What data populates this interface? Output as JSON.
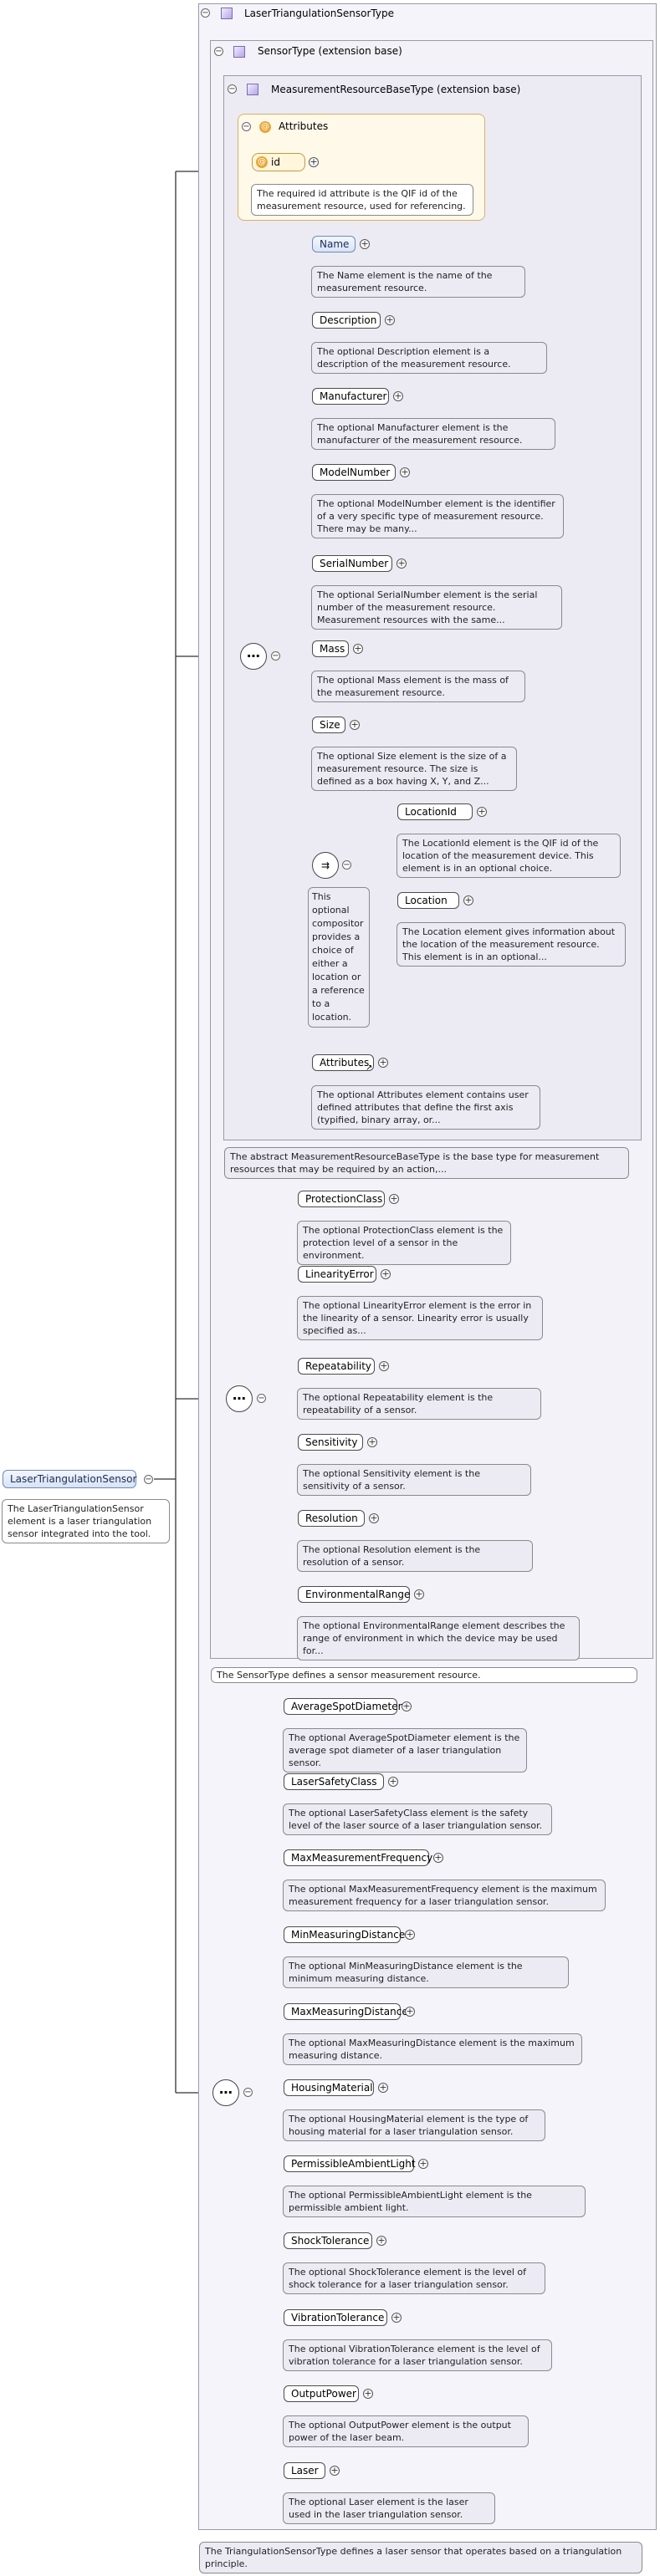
{
  "root": {
    "title": "LaserTriangulationSensor",
    "doc": "The LaserTriangulationSensor element is a laser triangulation sensor integrated into the tool."
  },
  "type": {
    "title": "LaserTriangulationSensorType",
    "doc": "The TriangulationSensorType defines a laser sensor that operates based on a triangulation principle."
  },
  "sensor_type": {
    "title": "SensorType (extension base)",
    "doc": "The SensorType defines a sensor measurement resource."
  },
  "measurement_base": {
    "title": "MeasurementResourceBaseType (extension base)",
    "doc": "The abstract MeasurementResourceBaseType is the base type for measurement resources that may be required by an action,..."
  },
  "attributes": {
    "title": "Attributes",
    "id_label": "id",
    "id_doc": "The required id attribute is the QIF id of the measurement resource, used for referencing."
  },
  "base_elements": [
    {
      "label": "Name",
      "doc": "The Name element is the name of the measurement resource."
    },
    {
      "label": "Description",
      "doc": "The optional Description element is a description of the measurement resource."
    },
    {
      "label": "Manufacturer",
      "doc": "The optional Manufacturer element is the manufacturer of the measurement resource."
    },
    {
      "label": "ModelNumber",
      "doc": "The optional ModelNumber element is the identifier of a very specific type of measurement resource. There may be many..."
    },
    {
      "label": "SerialNumber",
      "doc": "The optional SerialNumber element is the serial number of the measurement resource. Measurement resources with the same..."
    },
    {
      "label": "Mass",
      "doc": "The optional Mass element is the mass of the measurement resource."
    },
    {
      "label": "Size",
      "doc": "The optional Size element is the size of a measurement resource. The size is defined as a box having X, Y, and Z..."
    }
  ],
  "choice": {
    "doc": "This optional compositor provides a choice of either a location or a reference to a location.",
    "items": [
      {
        "label": "LocationId",
        "doc": "The LocationId element is the QIF id of the location of the measurement device. This element is in an optional choice."
      },
      {
        "label": "Location",
        "doc": "The Location element gives information about the location of the measurement resource. This element is in an optional..."
      }
    ]
  },
  "base_attributes_el": {
    "label": "Attributes",
    "doc": "The optional Attributes element contains user defined attributes that define the first axis (typified, binary array, or..."
  },
  "sensor_elements": [
    {
      "label": "ProtectionClass",
      "doc": "The optional ProtectionClass element is the protection level of a sensor in the environment."
    },
    {
      "label": "LinearityError",
      "doc": "The optional LinearityError element is the error in the linearity of a sensor. Linearity error is usually specified as..."
    },
    {
      "label": "Repeatability",
      "doc": "The optional Repeatability element is the repeatability of a sensor."
    },
    {
      "label": "Sensitivity",
      "doc": "The optional Sensitivity element is the sensitivity of a sensor."
    },
    {
      "label": "Resolution",
      "doc": "The optional Resolution element is the resolution of a sensor."
    },
    {
      "label": "EnvironmentalRange",
      "doc": "The optional EnvironmentalRange element describes the range of environment in which the device may be used for..."
    }
  ],
  "laser_elements": [
    {
      "label": "AverageSpotDiameter",
      "doc": "The optional AverageSpotDiameter element is the average spot diameter of a laser triangulation sensor."
    },
    {
      "label": "LaserSafetyClass",
      "doc": "The optional LaserSafetyClass element is the safety level of the laser source of a laser triangulation sensor."
    },
    {
      "label": "MaxMeasurementFrequency",
      "doc": "The optional MaxMeasurementFrequency element is the maximum measurement frequency for a laser triangulation sensor."
    },
    {
      "label": "MinMeasuringDistance",
      "doc": "The optional MinMeasuringDistance element is the minimum measuring distance."
    },
    {
      "label": "MaxMeasuringDistance",
      "doc": "The optional MaxMeasuringDistance element is the maximum measuring distance."
    },
    {
      "label": "HousingMaterial",
      "doc": "The optional HousingMaterial element is the type of housing material for a laser triangulation sensor."
    },
    {
      "label": "PermissibleAmbientLight",
      "doc": "The optional PermissibleAmbientLight element is the permissible ambient light."
    },
    {
      "label": "ShockTolerance",
      "doc": "The optional ShockTolerance element is the level of shock tolerance for a laser triangulation sensor."
    },
    {
      "label": "VibrationTolerance",
      "doc": "The optional VibrationTolerance element is the level of vibration tolerance for a laser triangulation sensor."
    },
    {
      "label": "OutputPower",
      "doc": "The optional OutputPower element is the output power of the laser beam."
    },
    {
      "label": "Laser",
      "doc": "The optional Laser element is the laser used in the laser triangulation sensor."
    }
  ],
  "icons": {
    "collapse": "minus-toggle-icon",
    "expand": "plus-expand-icon",
    "type": "complex-type-icon",
    "sequence": "sequence-compositor-icon",
    "choice": "choice-compositor-icon",
    "attribute": "attribute-icon"
  },
  "colors": {
    "element_border": "#6f88b8",
    "element_fill": "#d8e3f6",
    "frame_fill": "#ecebf4",
    "attribute_fill": "#fff9ea"
  }
}
